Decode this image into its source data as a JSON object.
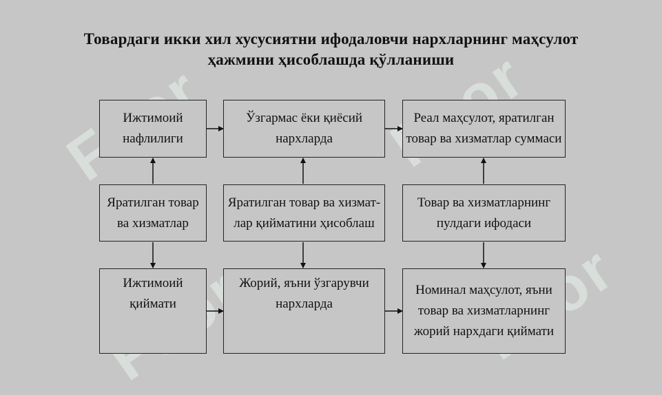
{
  "title": {
    "line1": "Товардаги икки хил хусусиятни ифодаловчи нархларнинг маҳсулот",
    "line2": "ҳажмини ҳисоблашда қўлланиши"
  },
  "watermark": {
    "text": "Fsor"
  },
  "boxes": {
    "r1c1": {
      "line1": "Ижтимоий",
      "line2": "нафлилиги"
    },
    "r1c2": {
      "line1": "Ўзгармас ёки қиёсий",
      "line2": "нархларда"
    },
    "r1c3": {
      "line1": "Реал маҳсулот, яратилган",
      "line2": "товар ва хизматлар суммаси"
    },
    "r2c1": {
      "line1": "Яратилган товар",
      "line2": "ва хизматлар"
    },
    "r2c2": {
      "line1": "Яратилган товар ва хизмат-",
      "line2": "лар қийматини ҳисоблаш"
    },
    "r2c3": {
      "line1": "Товар ва хизматларнинг",
      "line2": "пулдаги ифодаси"
    },
    "r3c1": {
      "line1": "Ижтимоий",
      "line2": "қиймати"
    },
    "r3c2": {
      "line1": "Жорий, яъни ўзгарувчи",
      "line2": "нархларда"
    },
    "r3c3": {
      "line1": "Номинал маҳсулот, яъни",
      "line2": "товар ва хизматларнинг",
      "line3": "жорий нархдаги қиймати"
    }
  }
}
